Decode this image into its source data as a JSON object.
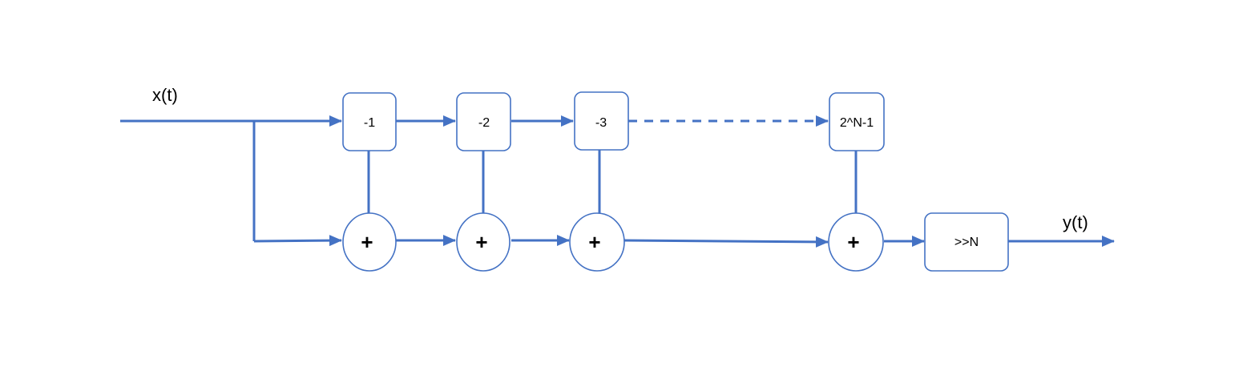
{
  "input_label": "x(t)",
  "output_label": "y(t)",
  "delay_blocks": [
    {
      "label": "-1"
    },
    {
      "label": "-2"
    },
    {
      "label": "-3"
    },
    {
      "label": "2^N-1"
    }
  ],
  "adder_symbol": "+",
  "shift_block": {
    "label": ">>N"
  },
  "colors": {
    "wire": "#4472C4",
    "text": "#000000",
    "background": "#ffffff"
  }
}
